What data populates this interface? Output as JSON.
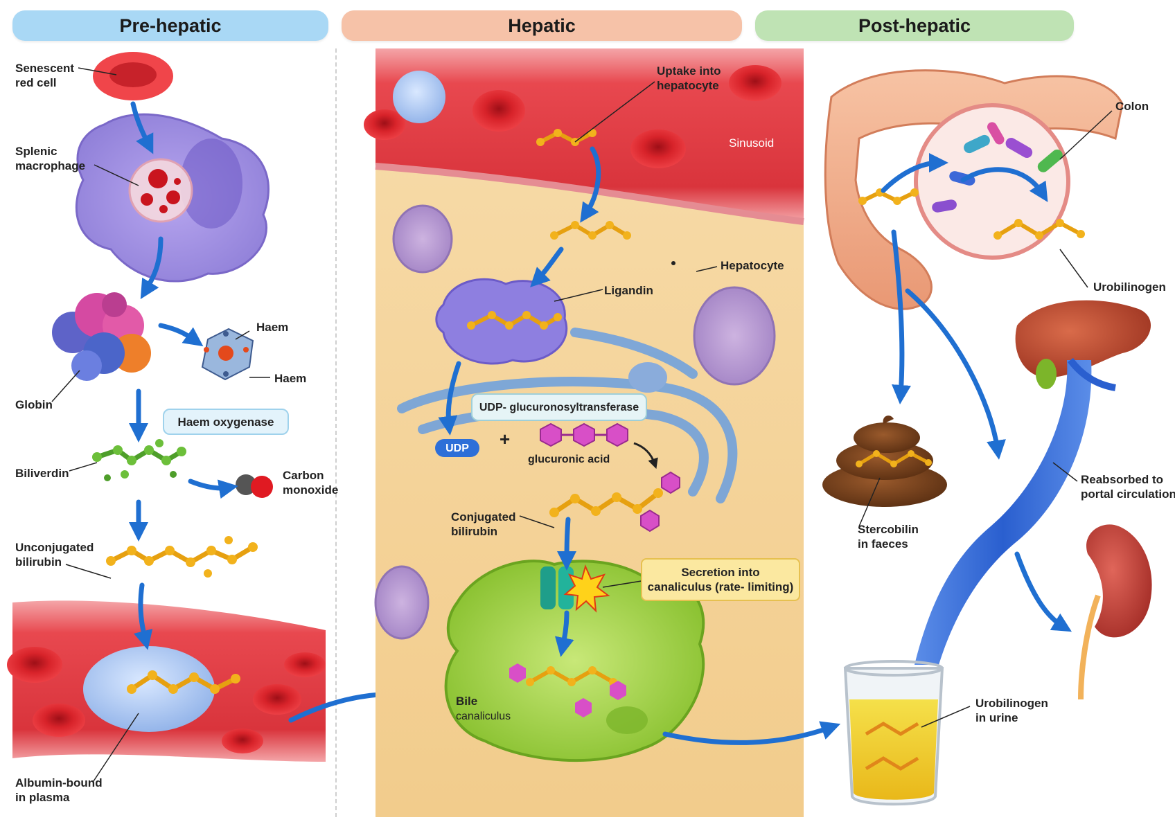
{
  "panels": {
    "pre_hepatic": "Pre-hepatic",
    "hepatic": "Hepatic",
    "post_hepatic": "Post-hepatic"
  },
  "pre_labels": {
    "senescent_red_cell": "Senescent\nred cell",
    "splenic_macrophage": "Splenic\nmacrophage",
    "haem_top": "Haem",
    "haem_side": "Haem",
    "globin": "Globin",
    "haem_oxygenase": "Haem oxygenase",
    "biliverdin": "Biliverdin",
    "carbon_monoxide": "Carbon\nmonoxide",
    "unconjugated_bilirubin": "Unconjugated\nbilirubin",
    "albumin_bound": "Albumin-bound\nin plasma"
  },
  "hepatic_labels": {
    "uptake": "Uptake into\nhepatocyte",
    "sinusoid": "Sinusoid",
    "hepatocyte": "Hepatocyte",
    "ligandin": "Ligandin",
    "enzyme": "UDP- glucuronosyltransferase",
    "udp": "UDP",
    "plus": "+",
    "glucuronic_acid": "glucuronic acid",
    "conjugated_bilirubin": "Conjugated\nbilirubin",
    "secretion": "Secretion into\ncanaliculus (rate- limiting)",
    "bile_canaliculus_1": "Bile",
    "bile_canaliculus_2": "canaliculus"
  },
  "post_labels": {
    "colon": "Colon",
    "urobilinogen": "Urobilinogen",
    "stercobilin": "Stercobilin\nin faeces",
    "reabsorbed": "Reabsorbed to\nportal circulation",
    "urobilinogen_urine": "Urobilinogen\nin urine"
  },
  "colors": {
    "pre_header": "#a9d8f5",
    "hepatic_header": "#f6c2a8",
    "post_header": "#bfe3b4",
    "arrow_blue": "#1f6fd1",
    "bilirubin": "#f2b21c",
    "rbc": "#d8232a",
    "hepatocyte": "#f6d49c",
    "canaliculus": "#9ccd3c"
  }
}
